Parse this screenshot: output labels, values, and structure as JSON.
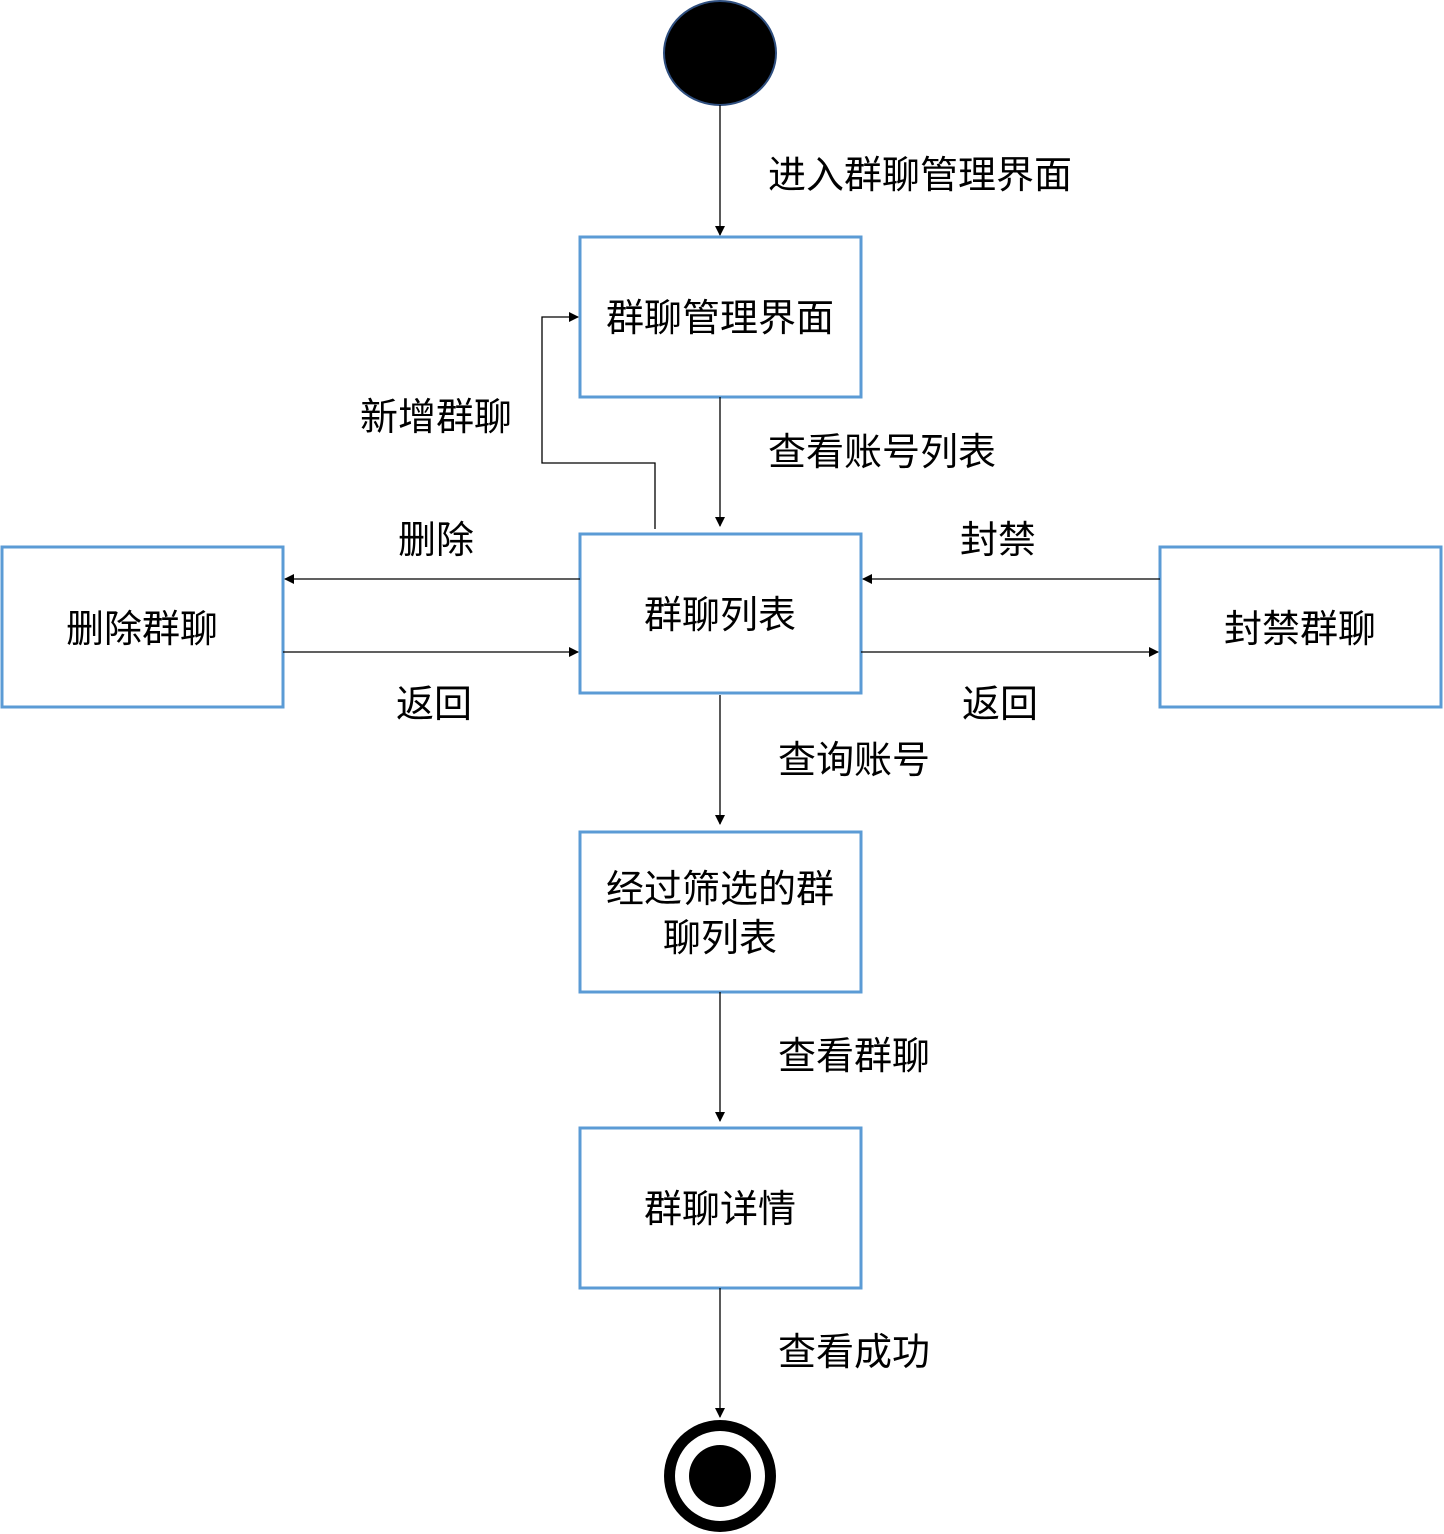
{
  "diagram": {
    "nodes": {
      "group_manage": {
        "label": "群聊管理界面"
      },
      "group_list": {
        "label": "群聊列表"
      },
      "delete_group": {
        "label": "删除群聊"
      },
      "ban_group": {
        "label": "封禁群聊"
      },
      "filtered_list": {
        "line1": "经过筛选的群",
        "line2": "聊列表"
      },
      "group_detail": {
        "label": "群聊详情"
      }
    },
    "edges": {
      "enter": "进入群聊管理界面",
      "view_list": "查看账号列表",
      "add_group": "新增群聊",
      "delete": "删除",
      "delete_return": "返回",
      "ban": "封禁",
      "ban_return": "返回",
      "query": "查询账号",
      "view_group": "查看群聊",
      "view_success": "查看成功"
    },
    "colors": {
      "node_border": "#5b9bd5",
      "initial_fill": "#000000",
      "initial_border": "#2f4f7f",
      "lines": "#000000"
    }
  }
}
